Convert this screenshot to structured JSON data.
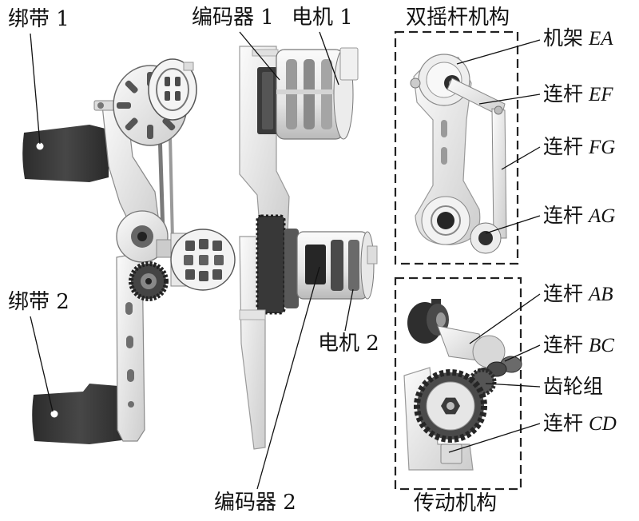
{
  "figure": {
    "labels": {
      "strap_1": "绑带 1",
      "strap_2": "绑带 2",
      "encoder_1": "编码器 1",
      "encoder_2": "编码器 2",
      "motor_1": "电机 1",
      "motor_2": "电机 2",
      "double_rocker_title": "双摇杆机构",
      "transmission_title": "传动机构",
      "gear_set": "齿轮组",
      "frame_ea": {
        "text": "机架",
        "symbol": "EA"
      },
      "link_ef": {
        "text": "连杆",
        "symbol": "EF"
      },
      "link_fg": {
        "text": "连杆",
        "symbol": "FG"
      },
      "link_ag": {
        "text": "连杆",
        "symbol": "AG"
      },
      "link_ab": {
        "text": "连杆",
        "symbol": "AB"
      },
      "link_bc": {
        "text": "连杆",
        "symbol": "BC"
      },
      "link_cd": {
        "text": "连杆",
        "symbol": "CD"
      }
    },
    "colors": {
      "strap": "#3a3a3a",
      "leader_line": "#111111",
      "dashed_box": "#222222"
    }
  }
}
